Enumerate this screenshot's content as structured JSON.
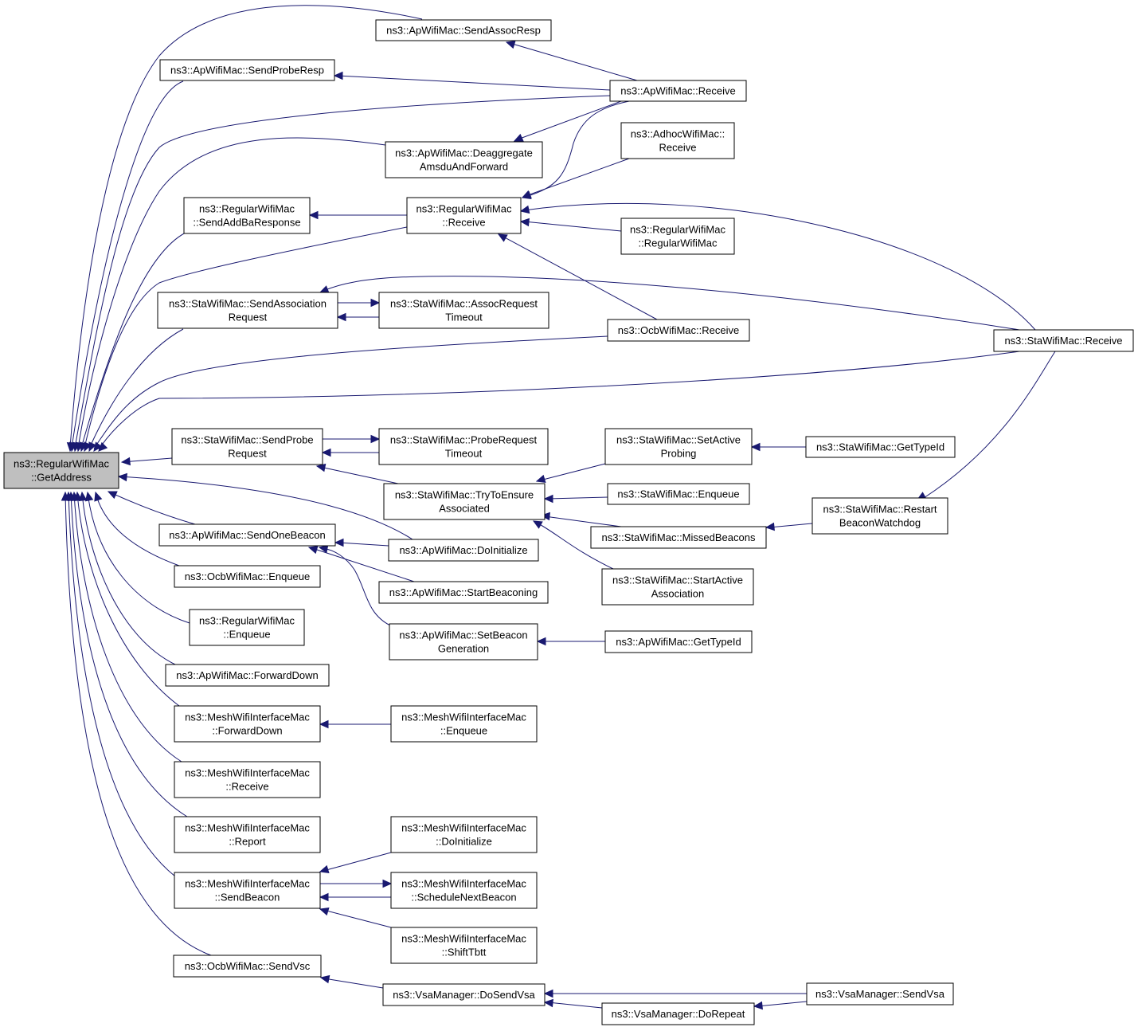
{
  "graph": {
    "nodes": [
      {
        "id": "root",
        "lines": [
          "ns3::RegularWifiMac",
          "::GetAddress"
        ],
        "root": true
      },
      {
        "id": "ap_sendassocresp",
        "lines": [
          "ns3::ApWifiMac::SendAssocResp"
        ]
      },
      {
        "id": "ap_sendproberesp",
        "lines": [
          "ns3::ApWifiMac::SendProbeResp"
        ]
      },
      {
        "id": "ap_receive",
        "lines": [
          "ns3::ApWifiMac::Receive"
        ]
      },
      {
        "id": "ap_deaggregate",
        "lines": [
          "ns3::ApWifiMac::Deaggregate",
          "AmsduAndForward"
        ]
      },
      {
        "id": "adhoc_receive",
        "lines": [
          "ns3::AdhocWifiMac::",
          "Receive"
        ]
      },
      {
        "id": "reg_sendaddba",
        "lines": [
          "ns3::RegularWifiMac",
          "::SendAddBaResponse"
        ]
      },
      {
        "id": "reg_receive",
        "lines": [
          "ns3::RegularWifiMac",
          "::Receive"
        ]
      },
      {
        "id": "reg_ctor",
        "lines": [
          "ns3::RegularWifiMac",
          "::RegularWifiMac"
        ]
      },
      {
        "id": "sta_sendassocreq",
        "lines": [
          "ns3::StaWifiMac::SendAssociation",
          "Request"
        ]
      },
      {
        "id": "sta_assocreqtimeout",
        "lines": [
          "ns3::StaWifiMac::AssocRequest",
          "Timeout"
        ]
      },
      {
        "id": "ocb_receive",
        "lines": [
          "ns3::OcbWifiMac::Receive"
        ]
      },
      {
        "id": "sta_receive",
        "lines": [
          "ns3::StaWifiMac::Receive"
        ]
      },
      {
        "id": "sta_sendprobereq",
        "lines": [
          "ns3::StaWifiMac::SendProbe",
          "Request"
        ]
      },
      {
        "id": "sta_probereqtimeout",
        "lines": [
          "ns3::StaWifiMac::ProbeRequest",
          "Timeout"
        ]
      },
      {
        "id": "sta_setactiveprobing",
        "lines": [
          "ns3::StaWifiMac::SetActive",
          "Probing"
        ]
      },
      {
        "id": "sta_gettypeid",
        "lines": [
          "ns3::StaWifiMac::GetTypeId"
        ]
      },
      {
        "id": "sta_trytoensure",
        "lines": [
          "ns3::StaWifiMac::TryToEnsure",
          "Associated"
        ]
      },
      {
        "id": "sta_enqueue",
        "lines": [
          "ns3::StaWifiMac::Enqueue"
        ]
      },
      {
        "id": "sta_restartbeacon",
        "lines": [
          "ns3::StaWifiMac::Restart",
          "BeaconWatchdog"
        ]
      },
      {
        "id": "sta_missedbeacons",
        "lines": [
          "ns3::StaWifiMac::MissedBeacons"
        ]
      },
      {
        "id": "ap_sendonebeacon",
        "lines": [
          "ns3::ApWifiMac::SendOneBeacon"
        ]
      },
      {
        "id": "ap_doinitialize",
        "lines": [
          "ns3::ApWifiMac::DoInitialize"
        ]
      },
      {
        "id": "sta_startactiveassoc",
        "lines": [
          "ns3::StaWifiMac::StartActive",
          "Association"
        ]
      },
      {
        "id": "ocb_enqueue",
        "lines": [
          "ns3::OcbWifiMac::Enqueue"
        ]
      },
      {
        "id": "ap_startbeaconing",
        "lines": [
          "ns3::ApWifiMac::StartBeaconing"
        ]
      },
      {
        "id": "reg_enqueue",
        "lines": [
          "ns3::RegularWifiMac",
          "::Enqueue"
        ]
      },
      {
        "id": "ap_setbeacongen",
        "lines": [
          "ns3::ApWifiMac::SetBeacon",
          "Generation"
        ]
      },
      {
        "id": "ap_gettypeid",
        "lines": [
          "ns3::ApWifiMac::GetTypeId"
        ]
      },
      {
        "id": "ap_forwarddown",
        "lines": [
          "ns3::ApWifiMac::ForwardDown"
        ]
      },
      {
        "id": "mesh_forwarddown",
        "lines": [
          "ns3::MeshWifiInterfaceMac",
          "::ForwardDown"
        ]
      },
      {
        "id": "mesh_enqueue",
        "lines": [
          "ns3::MeshWifiInterfaceMac",
          "::Enqueue"
        ]
      },
      {
        "id": "mesh_receive",
        "lines": [
          "ns3::MeshWifiInterfaceMac",
          "::Receive"
        ]
      },
      {
        "id": "mesh_report",
        "lines": [
          "ns3::MeshWifiInterfaceMac",
          "::Report"
        ]
      },
      {
        "id": "mesh_doinitialize",
        "lines": [
          "ns3::MeshWifiInterfaceMac",
          "::DoInitialize"
        ]
      },
      {
        "id": "mesh_sendbeacon",
        "lines": [
          "ns3::MeshWifiInterfaceMac",
          "::SendBeacon"
        ]
      },
      {
        "id": "mesh_schedulenext",
        "lines": [
          "ns3::MeshWifiInterfaceMac",
          "::ScheduleNextBeacon"
        ]
      },
      {
        "id": "mesh_shifttbtt",
        "lines": [
          "ns3::MeshWifiInterfaceMac",
          "::ShiftTbtt"
        ]
      },
      {
        "id": "ocb_sendvsc",
        "lines": [
          "ns3::OcbWifiMac::SendVsc"
        ]
      },
      {
        "id": "vsa_dosendvsa",
        "lines": [
          "ns3::VsaManager::DoSendVsa"
        ]
      },
      {
        "id": "vsa_sendvsa",
        "lines": [
          "ns3::VsaManager::SendVsa"
        ]
      },
      {
        "id": "vsa_dorepeat",
        "lines": [
          "ns3::VsaManager::DoRepeat"
        ]
      }
    ],
    "edges": [
      {
        "from": "ap_sendassocresp",
        "to": "root"
      },
      {
        "from": "ap_sendproberesp",
        "to": "root"
      },
      {
        "from": "ap_receive",
        "to": "root"
      },
      {
        "from": "ap_deaggregate",
        "to": "root"
      },
      {
        "from": "reg_sendaddba",
        "to": "root"
      },
      {
        "from": "reg_receive",
        "to": "root"
      },
      {
        "from": "sta_sendassocreq",
        "to": "root"
      },
      {
        "from": "ocb_receive",
        "to": "root"
      },
      {
        "from": "sta_receive",
        "to": "root"
      },
      {
        "from": "sta_sendprobereq",
        "to": "root"
      },
      {
        "from": "ap_doinitialize",
        "to": "root"
      },
      {
        "from": "ap_sendonebeacon",
        "to": "root"
      },
      {
        "from": "ocb_enqueue",
        "to": "root"
      },
      {
        "from": "reg_enqueue",
        "to": "root"
      },
      {
        "from": "ap_forwarddown",
        "to": "root"
      },
      {
        "from": "mesh_forwarddown",
        "to": "root"
      },
      {
        "from": "mesh_receive",
        "to": "root"
      },
      {
        "from": "mesh_report",
        "to": "root"
      },
      {
        "from": "mesh_sendbeacon",
        "to": "root"
      },
      {
        "from": "ocb_sendvsc",
        "to": "root"
      },
      {
        "from": "ap_receive",
        "to": "ap_sendassocresp"
      },
      {
        "from": "ap_receive",
        "to": "ap_sendproberesp"
      },
      {
        "from": "ap_receive",
        "to": "ap_deaggregate"
      },
      {
        "from": "reg_receive",
        "to": "reg_sendaddba"
      },
      {
        "from": "ap_receive",
        "to": "reg_receive"
      },
      {
        "from": "adhoc_receive",
        "to": "reg_receive"
      },
      {
        "from": "reg_ctor",
        "to": "reg_receive"
      },
      {
        "from": "sta_receive",
        "to": "reg_receive"
      },
      {
        "from": "ocb_receive",
        "to": "reg_receive"
      },
      {
        "from": "sta_assocreqtimeout",
        "to": "sta_sendassocreq"
      },
      {
        "from": "sta_sendassocreq",
        "to": "sta_assocreqtimeout"
      },
      {
        "from": "sta_receive",
        "to": "sta_sendassocreq"
      },
      {
        "from": "sta_probereqtimeout",
        "to": "sta_sendprobereq"
      },
      {
        "from": "sta_sendprobereq",
        "to": "sta_probereqtimeout"
      },
      {
        "from": "sta_trytoensure",
        "to": "sta_sendprobereq"
      },
      {
        "from": "sta_setactiveprobing",
        "to": "sta_trytoensure"
      },
      {
        "from": "sta_enqueue",
        "to": "sta_trytoensure"
      },
      {
        "from": "sta_missedbeacons",
        "to": "sta_trytoensure"
      },
      {
        "from": "sta_startactiveassoc",
        "to": "sta_trytoensure"
      },
      {
        "from": "sta_gettypeid",
        "to": "sta_setactiveprobing"
      },
      {
        "from": "sta_restartbeacon",
        "to": "sta_missedbeacons"
      },
      {
        "from": "sta_restartbeacon",
        "to": "sta_receive"
      },
      {
        "from": "ap_doinitialize",
        "to": "ap_sendonebeacon"
      },
      {
        "from": "ap_startbeaconing",
        "to": "ap_sendonebeacon"
      },
      {
        "from": "ap_setbeacongen",
        "to": "ap_sendonebeacon"
      },
      {
        "from": "ap_gettypeid",
        "to": "ap_setbeacongen"
      },
      {
        "from": "mesh_enqueue",
        "to": "mesh_forwarddown"
      },
      {
        "from": "mesh_doinitialize",
        "to": "mesh_sendbeacon"
      },
      {
        "from": "mesh_schedulenext",
        "to": "mesh_sendbeacon"
      },
      {
        "from": "mesh_sendbeacon",
        "to": "mesh_schedulenext"
      },
      {
        "from": "mesh_shifttbtt",
        "to": "mesh_sendbeacon"
      },
      {
        "from": "vsa_dosendvsa",
        "to": "ocb_sendvsc"
      },
      {
        "from": "vsa_sendvsa",
        "to": "vsa_dosendvsa"
      },
      {
        "from": "vsa_dorepeat",
        "to": "vsa_dosendvsa"
      },
      {
        "from": "vsa_sendvsa",
        "to": "vsa_dorepeat"
      }
    ]
  }
}
